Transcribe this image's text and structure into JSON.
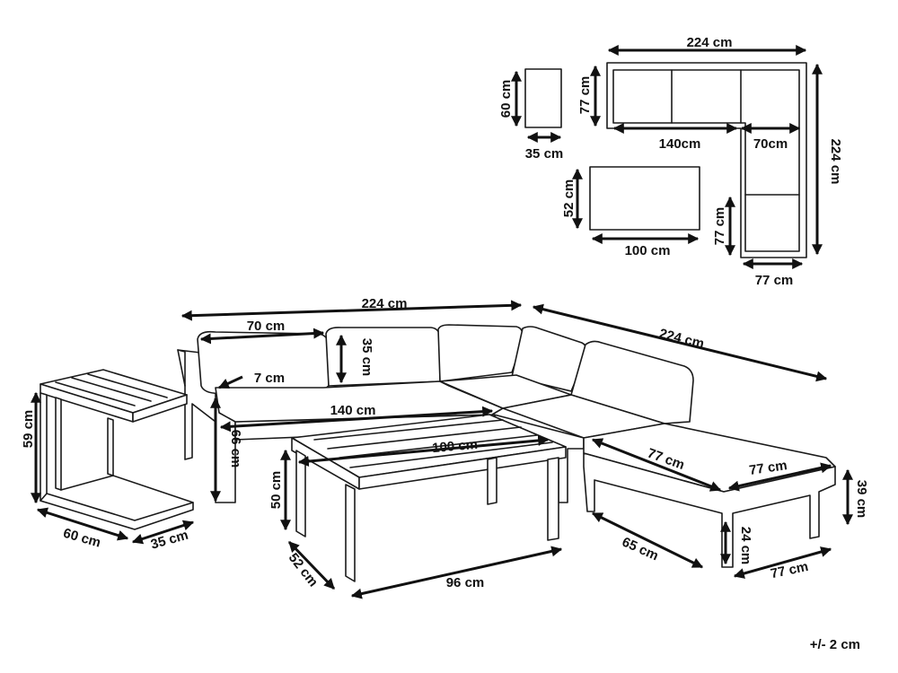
{
  "plan": {
    "side_table_height": "60 cm",
    "side_table_width": "35 cm",
    "sofa_width": "224 cm",
    "sofa_depth": "77 cm",
    "sofa_long": "140cm",
    "sofa_corner": "70cm",
    "sofa_length": "224 cm",
    "table_depth": "52 cm",
    "table_width": "100 cm",
    "ottoman_depth": "77 cm",
    "ottoman_width": "77 cm"
  },
  "iso": {
    "total_width": "224 cm",
    "cushion_width": "70 cm",
    "back_height": "35 cm",
    "arm_width": "7 cm",
    "total_depth": "224 cm",
    "seat_length": "140 cm",
    "sofa_height": "66 cm",
    "table_top": "100 cm",
    "table_height": "50 cm",
    "table_depth": "52 cm",
    "table_width": "96 cm",
    "side_table_height": "59 cm",
    "side_table_length": "60 cm",
    "side_table_width": "35 cm",
    "ottoman_top_a": "77 cm",
    "ottoman_top_b": "77 cm",
    "ottoman_height": "39 cm",
    "ottoman_depth": "65 cm",
    "ottoman_leg": "24 cm",
    "ottoman_width": "77 cm"
  },
  "tolerance": "+/- 2 cm"
}
